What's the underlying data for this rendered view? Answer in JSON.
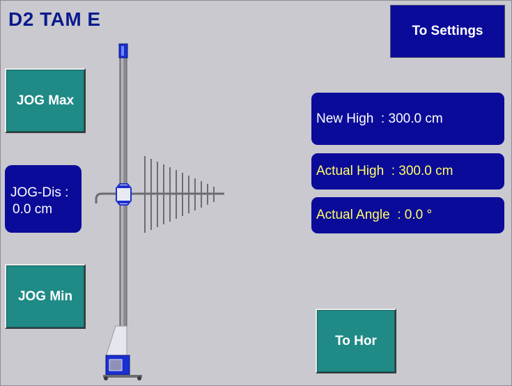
{
  "header": {
    "title": "D2 TAM E"
  },
  "buttons": {
    "to_settings": "To Settings",
    "jog_max": "JOG Max",
    "jog_min": "JOG Min",
    "to_hor": "To Hor"
  },
  "jog_dis": {
    "label": "JOG-Dis :",
    "value": "0.0 cm"
  },
  "readouts": {
    "new_high": {
      "label": "New High",
      "sep": "  : ",
      "value": "300.0 cm"
    },
    "actual_high": {
      "label": "Actual High",
      "sep": "  : ",
      "value": "300.0 cm"
    },
    "actual_angle": {
      "label": "Actual Angle",
      "sep": "  : ",
      "value": "0.0 °"
    }
  },
  "colors": {
    "background": "#c9c9cf",
    "title": "#0a1a8c",
    "navy": "#0b0b9a",
    "teal": "#1f8a86",
    "yellow_text": "#ffff66"
  },
  "icons": {
    "mast": "antenna-mast-icon"
  }
}
